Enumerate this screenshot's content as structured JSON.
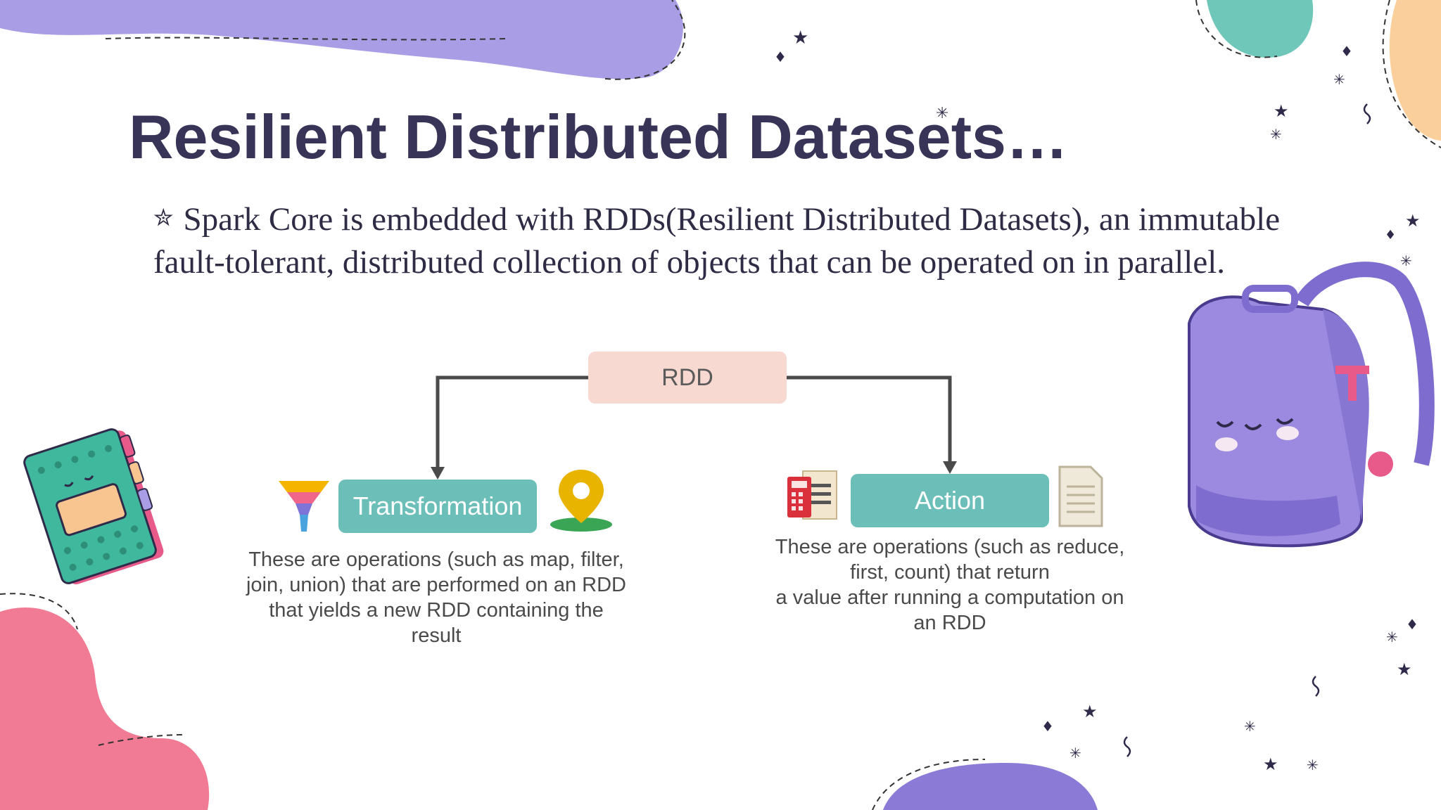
{
  "slide": {
    "title": "Resilient Distributed Datasets…",
    "bullet_marker": "✮",
    "bullet_text": "Spark Core is embedded with RDDs(Resilient Distributed Datasets), an immutable fault-tolerant, distributed collection of objects that can be operated on in parallel."
  },
  "diagram": {
    "root_label": "RDD",
    "transformation": {
      "label": "Transformation",
      "description_lines": [
        "These are operations (such as map, filter,",
        "join, union) that are performed on an RDD",
        "that yields a new RDD containing the",
        "result"
      ]
    },
    "action": {
      "label": "Action",
      "description_lines": [
        "These are operations (such as reduce,",
        "first, count) that return",
        "a value after running a computation on",
        "an RDD"
      ]
    }
  },
  "icons": {
    "transformation_left": "funnel-icon",
    "transformation_right": "map-pin-icon",
    "action_left": "calculator-document-icon",
    "action_right": "document-icon"
  },
  "colors": {
    "title": "#383457",
    "purple_blob": "#a99ee6",
    "pink_blob": "#f17a94",
    "teal_blob": "#6ec7b8",
    "peach_blob": "#fbcf9b",
    "rdd_box": "#f8d9d2",
    "child_box": "#6cbfb8",
    "backpack": "#9b8ae0",
    "notebook": "#3fb89d"
  }
}
